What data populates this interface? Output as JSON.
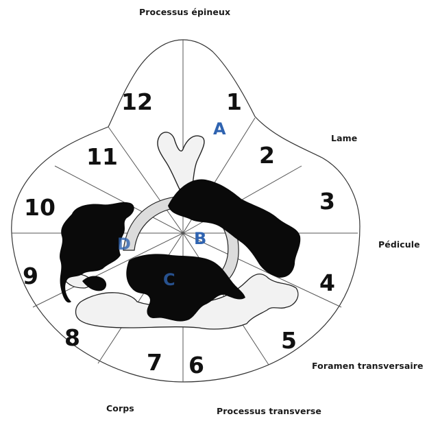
{
  "labels": {
    "processus_epineux": "Processus épineux",
    "lame": "Lame",
    "pedicule": "Pédicule",
    "foramen_transversaire": "Foramen transversaire",
    "corps": "Corps",
    "processus_transverse": "Processus transverse"
  },
  "sectors": [
    "1",
    "2",
    "3",
    "4",
    "5",
    "6",
    "7",
    "8",
    "9",
    "10",
    "11",
    "12"
  ],
  "zones": [
    "A",
    "B",
    "C",
    "D"
  ],
  "colors": {
    "outline": "#333333",
    "bone": "#f2f2f2",
    "tumor": "#0a0a0a",
    "zone_letter": "#2f63b0"
  }
}
